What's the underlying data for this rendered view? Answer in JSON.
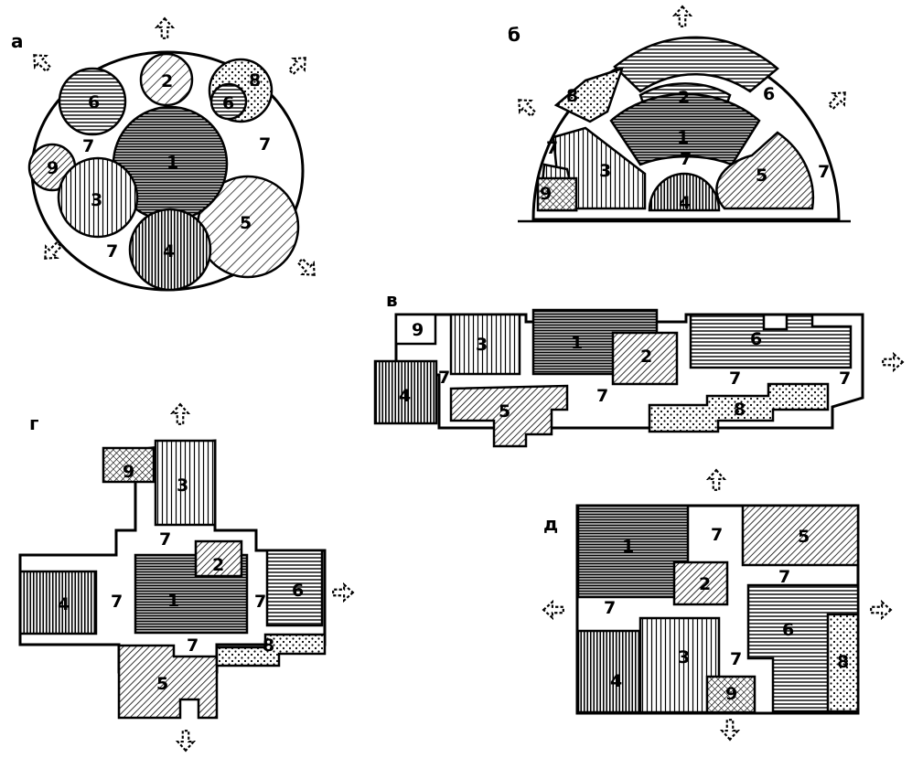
{
  "panels": {
    "a": {
      "letter": "а",
      "zones": [
        "1",
        "2",
        "3",
        "4",
        "5",
        "6",
        "6",
        "7",
        "7",
        "7",
        "8",
        "9"
      ]
    },
    "b": {
      "letter": "б",
      "zones": [
        "1",
        "2",
        "3",
        "4",
        "5",
        "6",
        "7",
        "7",
        "7",
        "8",
        "9"
      ]
    },
    "v": {
      "letter": "в",
      "zones": [
        "1",
        "2",
        "3",
        "4",
        "5",
        "6",
        "7",
        "7",
        "7",
        "8",
        "9"
      ]
    },
    "g": {
      "letter": "г",
      "zones": [
        "1",
        "2",
        "3",
        "4",
        "5",
        "6",
        "7",
        "7",
        "7",
        "7",
        "8",
        "9"
      ]
    },
    "d": {
      "letter": "д",
      "zones": [
        "1",
        "2",
        "3",
        "4",
        "5",
        "6",
        "7",
        "7",
        "7",
        "8",
        "9"
      ]
    }
  },
  "icons": [
    "entrance-arrow-icon"
  ]
}
